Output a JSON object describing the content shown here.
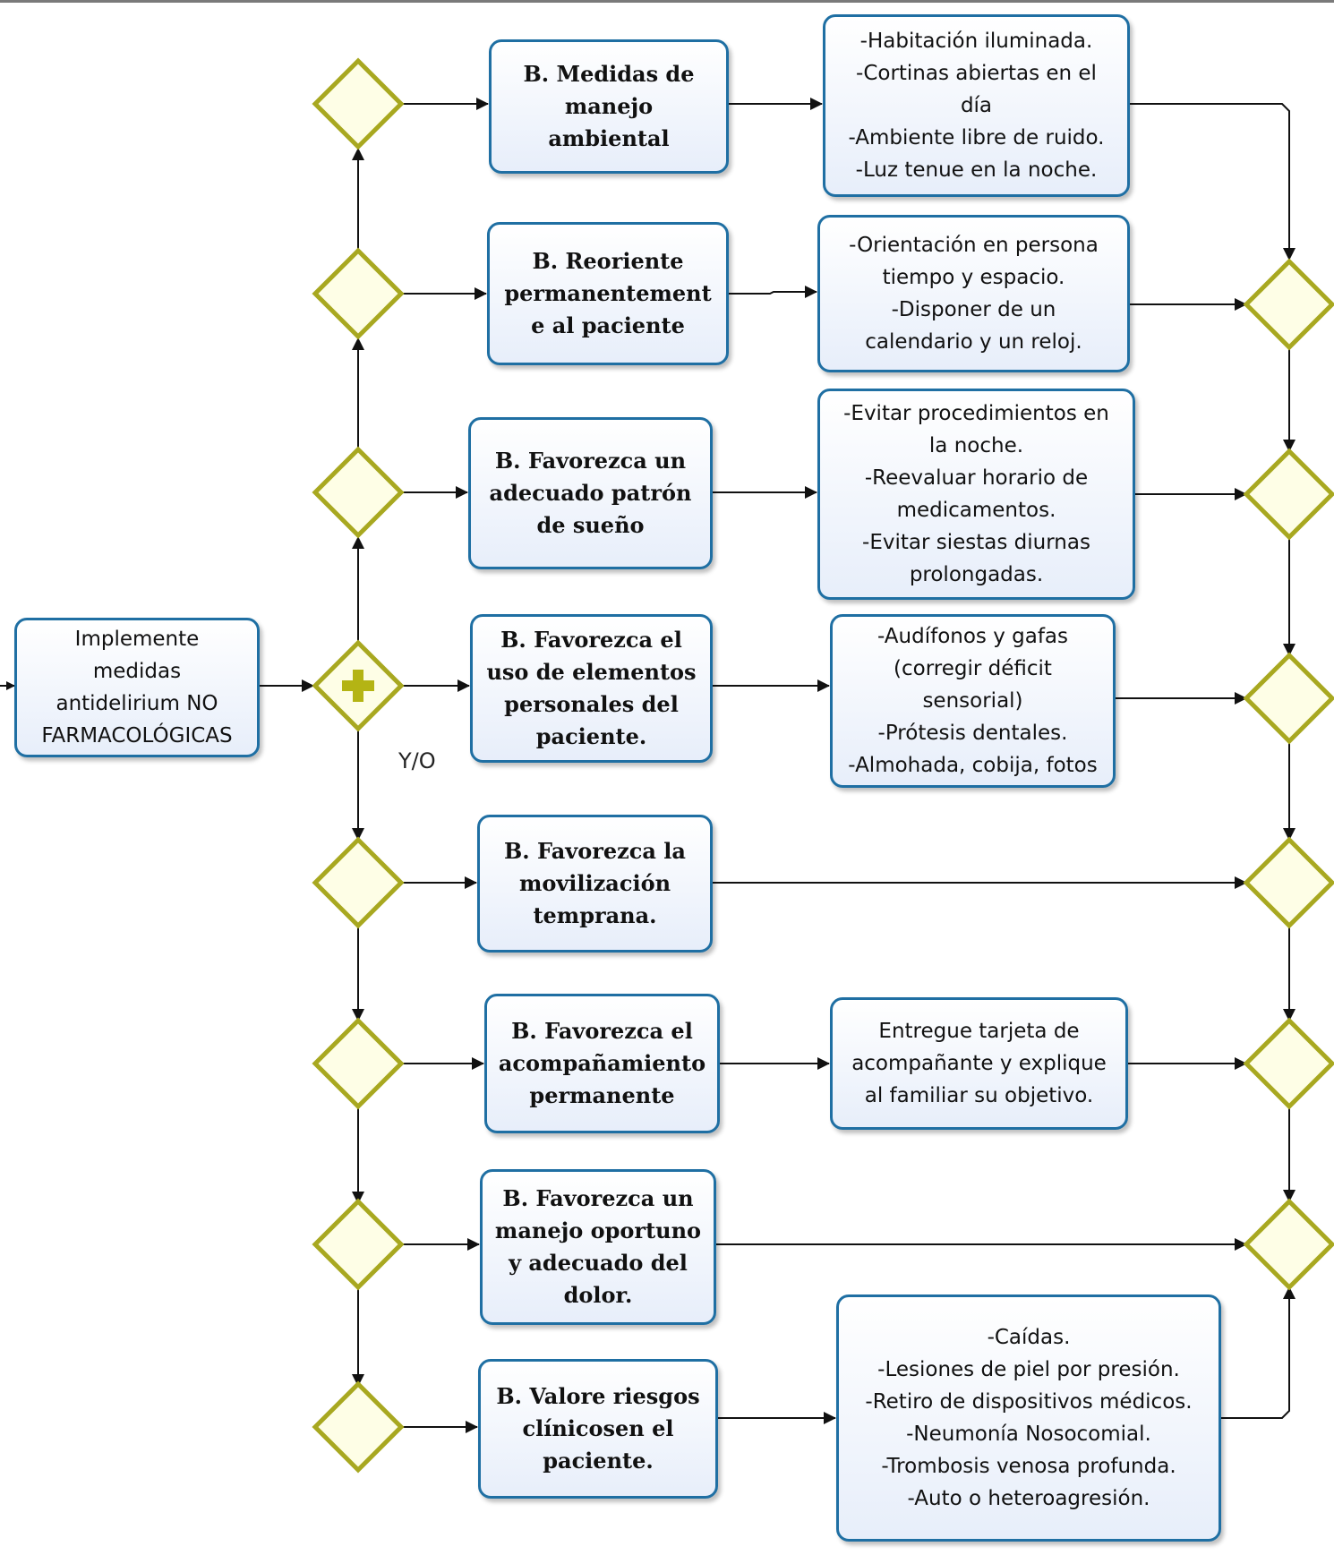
{
  "start": {
    "label": "Implemente\nmedidas\nantidelirium  NO\nFARMACOLÓGICAS"
  },
  "gateway_label": "Y/O",
  "tasks": [
    {
      "label": "B. Medidas de\nmanejo ambiental"
    },
    {
      "label": "B. Reoriente\npermanentement\ne al paciente"
    },
    {
      "label": "B. Favorezca un\nadecuado patrón\nde sueño"
    },
    {
      "label": "B. Favorezca el\nuso de elementos\npersonales del\npaciente."
    },
    {
      "label": "B. Favorezca la\nmovilización\ntemprana."
    },
    {
      "label": "B. Favorezca el\nacompañamiento\npermanente"
    },
    {
      "label": "B. Favorezca un\nmanejo oportuno\ny adecuado del\ndolor."
    },
    {
      "label": "B. Valore riesgos\nclínicosen el\npaciente."
    }
  ],
  "notes": [
    {
      "label": "-Habitación iluminada.\n-Cortinas abiertas en el\ndía\n-Ambiente libre de ruido.\n-Luz tenue en la noche."
    },
    {
      "label": "-Orientación en persona\ntiempo y espacio.\n-Disponer de un\ncalendario y un reloj."
    },
    {
      "label": "-Evitar procedimientos en\nla noche.\n-Reevaluar horario de\nmedicamentos.\n-Evitar siestas diurnas\nprolongadas."
    },
    {
      "label": "-Audífonos y gafas\n(corregir déficit\nsensorial)\n-Prótesis dentales.\n-Almohada, cobija, fotos"
    },
    {
      "label": "Entregue tarjeta de\nacompañante y explique\nal familiar su objetivo."
    },
    {
      "label": "-Caídas.\n-Lesiones de piel por presión.\n-Retiro de dispositivos médicos.\n-Neumonía Nosocomial.\n-Trombosis venosa profunda.\n-Auto o heteroagresión."
    }
  ],
  "colors": {
    "box_border": "#1f6fa3",
    "gateway_fill": "#fefee6",
    "gateway_stroke": "#a8a820",
    "plus": "#b4b414",
    "line": "#111111"
  }
}
